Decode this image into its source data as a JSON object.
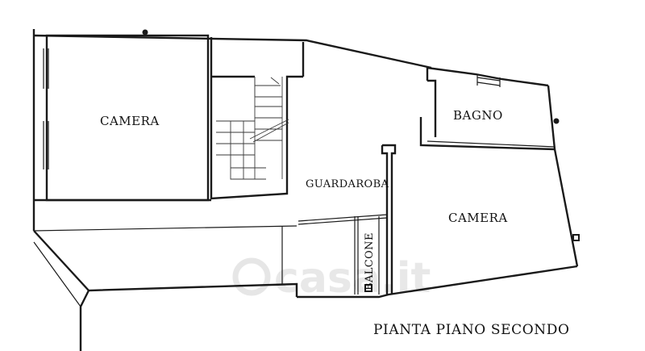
{
  "rooms": {
    "camera_left": "CAMERA",
    "bagno": "BAGNO",
    "guardaroba": "GUARDAROBA",
    "camera_right": "CAMERA",
    "balcone": "BALCONE"
  },
  "caption": "PIANTA PIANO SECONDO",
  "watermark": "casa.it",
  "colors": {
    "ink": "#1a1a1a",
    "paper": "#ffffff",
    "watermark": "#e8e8e8"
  }
}
